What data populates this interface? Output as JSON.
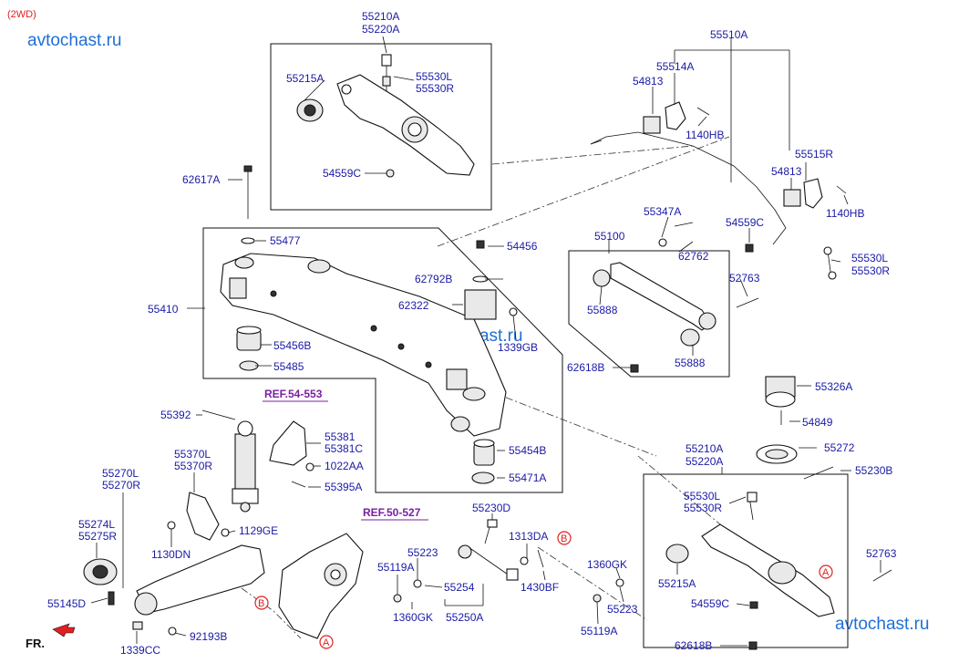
{
  "header": {
    "variant": "(2WD)",
    "watermark_top": "avtochast.ru",
    "watermark_mid": "avtochast.ru",
    "watermark_bottom": "avtochast.ru"
  },
  "refs": {
    "ref_54_553": "REF.54-553",
    "ref_50_527": "REF.50-527"
  },
  "markers": {
    "a": "A",
    "b": "B"
  },
  "direction": {
    "front": "FR."
  },
  "colors": {
    "label": "#1a1aa6",
    "watermark": "#1f6fd6",
    "reference": "#7a1fa3",
    "marker": "#e02020"
  },
  "labels": {
    "p55210A_top": "55210A",
    "p55220A_top": "55220A",
    "p55215A_top": "55215A",
    "p55530L_top": "55530L",
    "p55530R_top": "55530R",
    "p54559C_top": "54559C",
    "p62617A": "62617A",
    "p55477": "55477",
    "p55410": "55410",
    "p55456B": "55456B",
    "p55485": "55485",
    "p44456": "54456",
    "p62792B": "62792B",
    "p62322": "62322",
    "p1339GB": "1339GB",
    "p55510A": "55510A",
    "p55514A": "55514A",
    "p54813_a": "54813",
    "p1140HB_a": "1140HB",
    "p55515R": "55515R",
    "p54813_b": "54813",
    "p1140HB_b": "1140HB",
    "p54559C_mid": "54559C",
    "p55530L_mid": "55530L",
    "p55530R_mid": "55530R",
    "p55347A": "55347A",
    "p62762": "62762",
    "p55100": "55100",
    "p52763_top": "52763",
    "p55888_a": "55888",
    "p55888_b": "55888",
    "p62618B_mid": "62618B",
    "p55326A": "55326A",
    "p54849": "54849",
    "p55272": "55272",
    "p55210A_bot": "55210A",
    "p55220A_bot": "55220A",
    "p55230B": "55230B",
    "p55530L_bot": "55530L",
    "p55530R_bot": "55530R",
    "p52763_bot": "52763",
    "p55215A_bot": "55215A",
    "p54559C_bot": "54559C",
    "p62618B_bot": "62618B",
    "p55392": "55392",
    "p55381": "55381",
    "p55381C": "55381C",
    "p1022AA": "1022AA",
    "p55395A": "55395A",
    "p55370L": "55370L",
    "p55370R": "55370R",
    "p55454B": "55454B",
    "p55471A": "55471A",
    "p55270L": "55270L",
    "p55270R": "55270R",
    "p55274L": "55274L",
    "p55275R": "55275R",
    "p1129GE": "1129GE",
    "p1130DN": "1130DN",
    "p55145D": "55145D",
    "p1339CC": "1339CC",
    "p92193B": "92193B",
    "p55230D": "55230D",
    "p1313DA": "1313DA",
    "p55223_a": "55223",
    "p55119A_a": "55119A",
    "p55254": "55254",
    "p1360GK_a": "1360GK",
    "p55250A": "55250A",
    "p1430BF": "1430BF",
    "p1360GK_b": "1360GK",
    "p55223_b": "55223",
    "p55119A_b": "55119A"
  }
}
